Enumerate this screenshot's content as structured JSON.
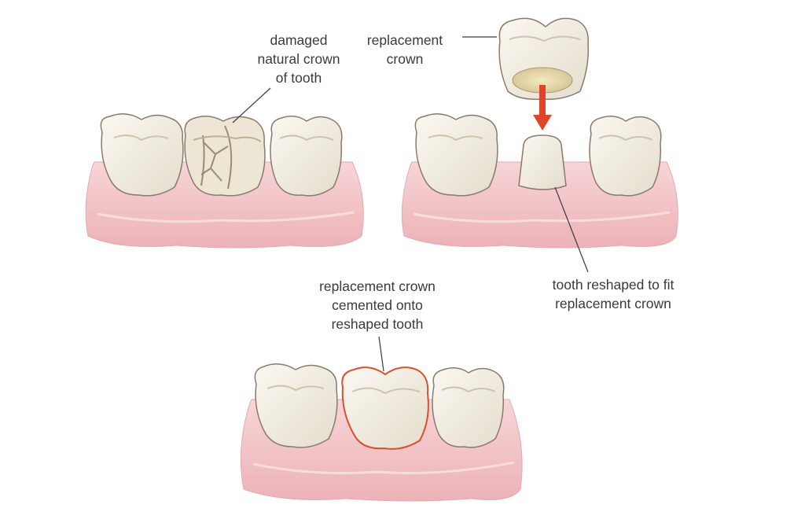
{
  "labels": {
    "damaged_crown": [
      "damaged",
      "natural crown",
      "of tooth"
    ],
    "replacement_crown": [
      "replacement",
      "crown"
    ],
    "reshaped_tooth": [
      "tooth reshaped to fit",
      "replacement crown"
    ],
    "cemented_crown": [
      "replacement crown",
      "cemented onto",
      "reshaped tooth"
    ]
  },
  "colors": {
    "gum": "#f2c3c6",
    "gum_dark": "#e3a3a9",
    "tooth": "#f1ece0",
    "tooth_outline": "#7a6a5e",
    "arrow": "#e0452c",
    "crown_highlight": "#d9502e",
    "text": "#3a3a3a"
  }
}
